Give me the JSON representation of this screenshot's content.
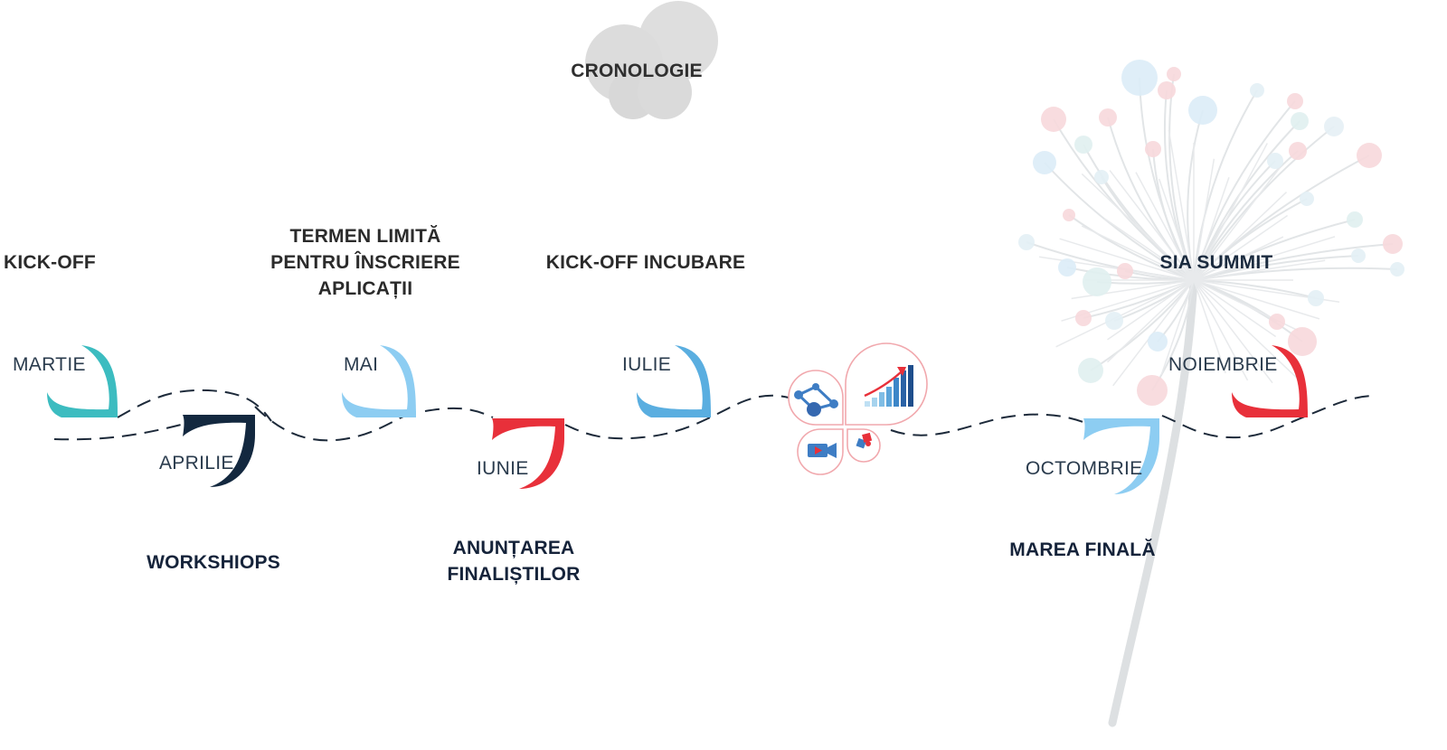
{
  "title": "CRONOLOGIE",
  "colors": {
    "teal": "#3cbcc0",
    "navy": "#13283f",
    "light_blue": "#8dcdf2",
    "red": "#e8303a",
    "blue": "#5aaee0",
    "cloud_gray": "#d9d9d9",
    "dandelion_stem": "#dde0e2"
  },
  "timeline": {
    "months": [
      {
        "label": "MARTIE",
        "color": "teal"
      },
      {
        "label": "APRILIE",
        "color": "navy"
      },
      {
        "label": "MAI",
        "color": "light_blue"
      },
      {
        "label": "IUNIE",
        "color": "red"
      },
      {
        "label": "IULIE",
        "color": "blue"
      },
      {
        "label": "OCTOMBRIE",
        "color": "light_blue"
      },
      {
        "label": "NOIEMBRIE",
        "color": "red"
      }
    ],
    "events_above": [
      {
        "label": "KICK-OFF"
      },
      {
        "label": "TERMEN LIMITĂ",
        "line2": "PENTRU ÎNSCRIERE",
        "line3": "APLICAȚII"
      },
      {
        "label": "KICK-OFF INCUBARE"
      },
      {
        "label": "SIA SUMMIT"
      }
    ],
    "events_below": [
      {
        "label": "WORKSHIOPS"
      },
      {
        "label": "ANUNȚAREA",
        "line2": "FINALIȘTILOR"
      },
      {
        "label": "MAREA FINALĂ"
      }
    ]
  },
  "center_icons": [
    "network-graph-icon",
    "growth-chart-icon",
    "video-camera-icon",
    "puzzle-icon"
  ]
}
